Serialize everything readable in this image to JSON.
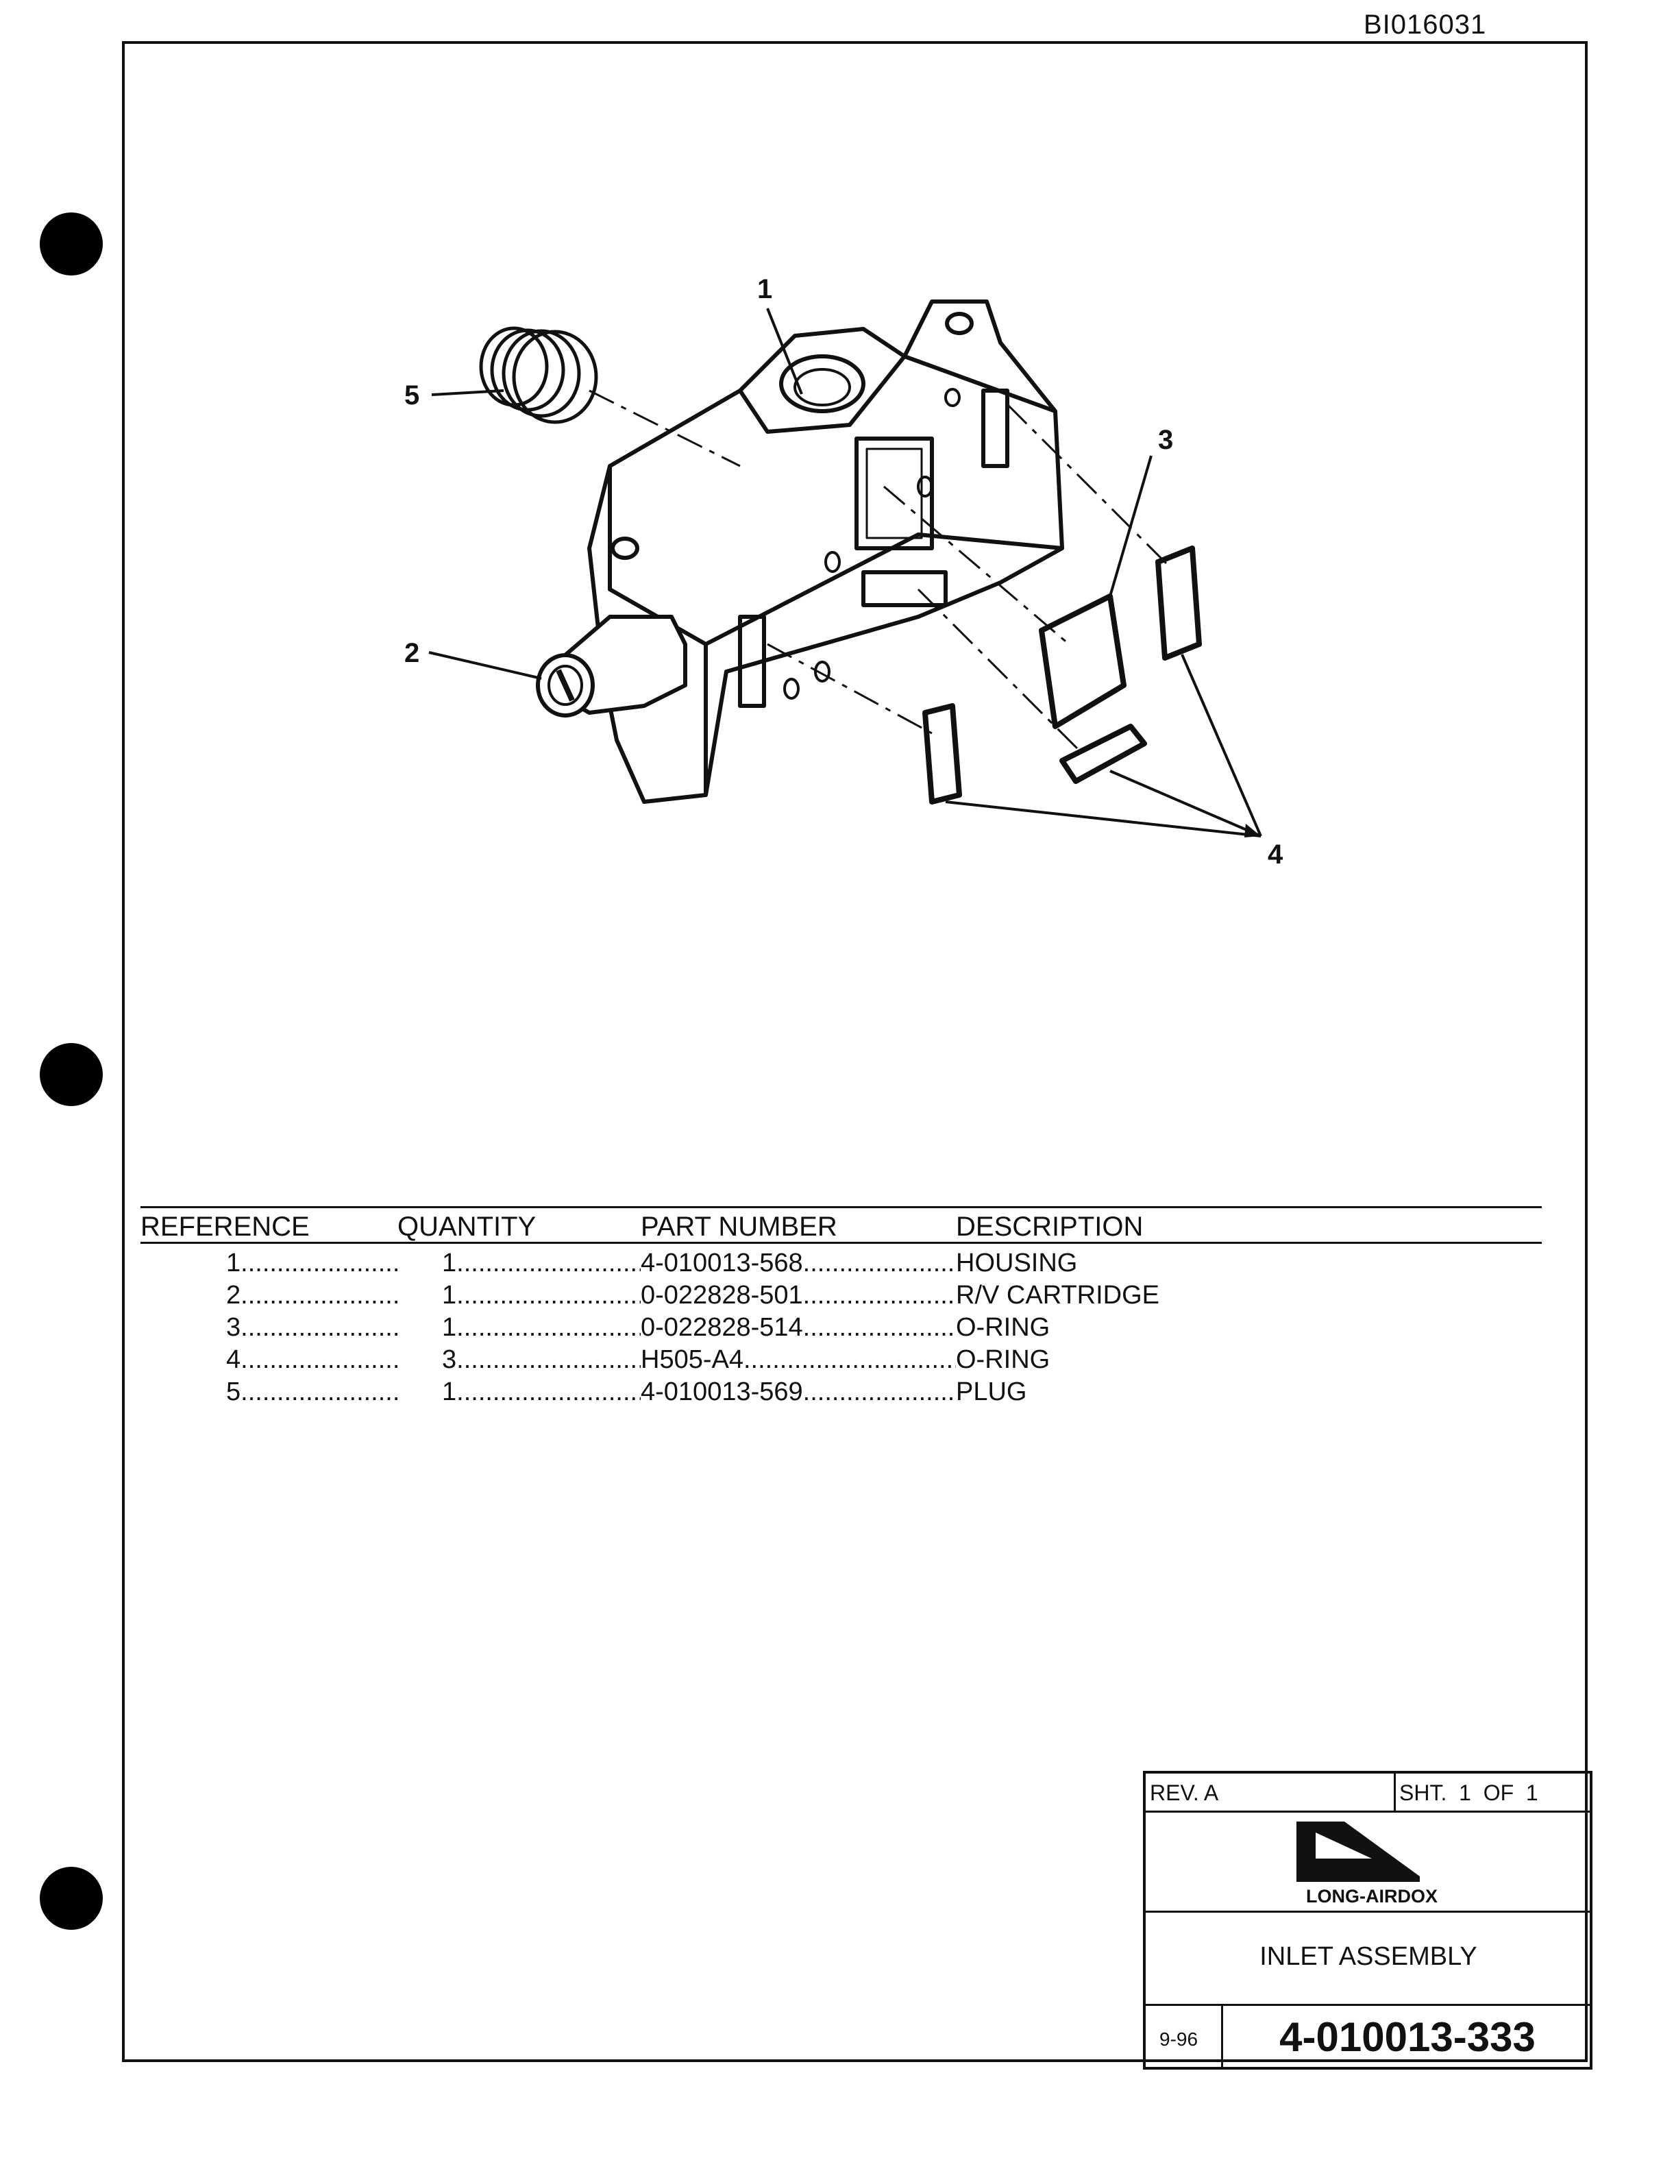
{
  "document_id": "BI016031",
  "callouts": [
    "1",
    "2",
    "3",
    "4",
    "5"
  ],
  "parts_table": {
    "headers": [
      "REFERENCE",
      "QUANTITY",
      "PART NUMBER",
      "DESCRIPTION"
    ],
    "rows": [
      {
        "reference": "1",
        "quantity": "1",
        "part_number": "4-010013-568",
        "description": "HOUSING"
      },
      {
        "reference": "2",
        "quantity": "1",
        "part_number": "0-022828-501",
        "description": "R/V CARTRIDGE"
      },
      {
        "reference": "3",
        "quantity": "1",
        "part_number": "0-022828-514",
        "description": "O-RING"
      },
      {
        "reference": "4",
        "quantity": "3",
        "part_number": "H505-A4",
        "description": "O-RING"
      },
      {
        "reference": "5",
        "quantity": "1",
        "part_number": "4-010013-569",
        "description": "PLUG"
      }
    ]
  },
  "title_block": {
    "revision": "REV. A",
    "sheet": "SHT.  1  OF  1",
    "company_logo": "LONG-AIRDOX",
    "title": "INLET ASSEMBLY",
    "date": "9-96",
    "drawing_number": "4-010013-333"
  }
}
